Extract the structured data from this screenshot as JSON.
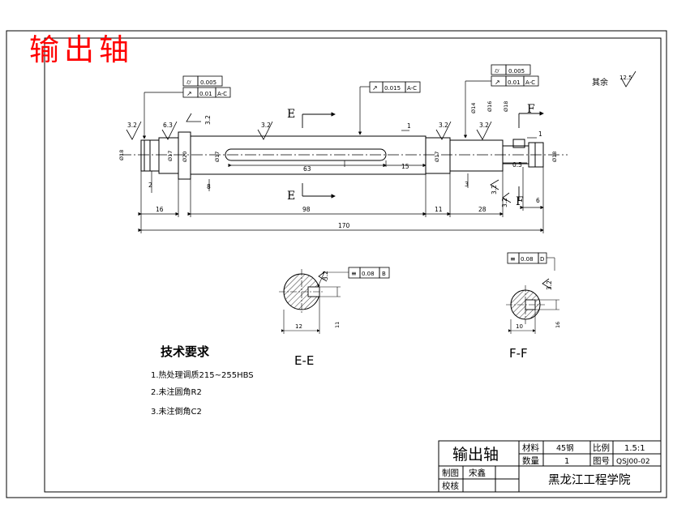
{
  "header_title": "输出轴",
  "dims": {
    "d16": "16",
    "d98": "98",
    "d11": "11",
    "d28": "28",
    "d170": "170",
    "d63": "63",
    "d15": "15",
    "d1": "1",
    "d6": "6",
    "d05": "0.5",
    "d2": "2",
    "d8": "8",
    "d3": "3",
    "d1b": "1"
  },
  "diameters": {
    "d1": "Ø18",
    "d2": "Ø17",
    "d3": "Ø20",
    "d4": "Ø17",
    "d5": "Ø17",
    "d6": "Ø14",
    "d7": "Ø16",
    "d8": "Ø18",
    "d9": "Ø18"
  },
  "roughness": {
    "r1": "3.2",
    "r2": "6.3",
    "r3": "3.2",
    "r4": "3.2",
    "r5": "3.2",
    "r6": "3.2",
    "r7": "3.2",
    "r8": "3.2",
    "r9": "3.2",
    "r10": "3.2",
    "rest_label": "其余",
    "rest_value": "12.5"
  },
  "tolerance_frames": {
    "f1_row1_sym": "⌭",
    "f1_row1_val": "0.005",
    "f1_row2_sym": "↗",
    "f1_row2_val": "0.01",
    "f1_row2_ref": "A-C",
    "f2_sym": "↗",
    "f2_val": "0.015",
    "f2_ref": "A-C",
    "f3_row1_sym": "⌭",
    "f3_row1_val": "0.005",
    "f3_row2_sym": "↗",
    "f3_row2_val": "0.01",
    "f3_row2_ref": "A-C",
    "f4_sym": "≡",
    "f4_val": "0.08",
    "f4_ref": "B",
    "f5_sym": "≡",
    "f5_val": "0.08",
    "f5_ref": "D"
  },
  "sections": {
    "e_marker": "E",
    "f_marker": "F",
    "e_label": "E-E",
    "f_label": "F-F",
    "e_width": "12",
    "e_depth": "11",
    "f_width": "10",
    "f_depth": "16"
  },
  "tech": {
    "title": "技术要求",
    "item1": "1.热处理调质215~255HBS",
    "item2": "2.未注圆角R2",
    "item3": "3.未注倒角C2"
  },
  "title_block": {
    "part_name": "输出轴",
    "material_label": "材料",
    "material_value": "45钢",
    "scale_label": "比例",
    "scale_value": "1.5:1",
    "qty_label": "数量",
    "qty_value": "1",
    "drawing_no_label": "图号",
    "drawing_no_value": "QSJ00-02",
    "drawn_label": "制图",
    "drawn_value": "宋鑫",
    "checked_label": "校核",
    "school": "黑龙江工程学院"
  }
}
